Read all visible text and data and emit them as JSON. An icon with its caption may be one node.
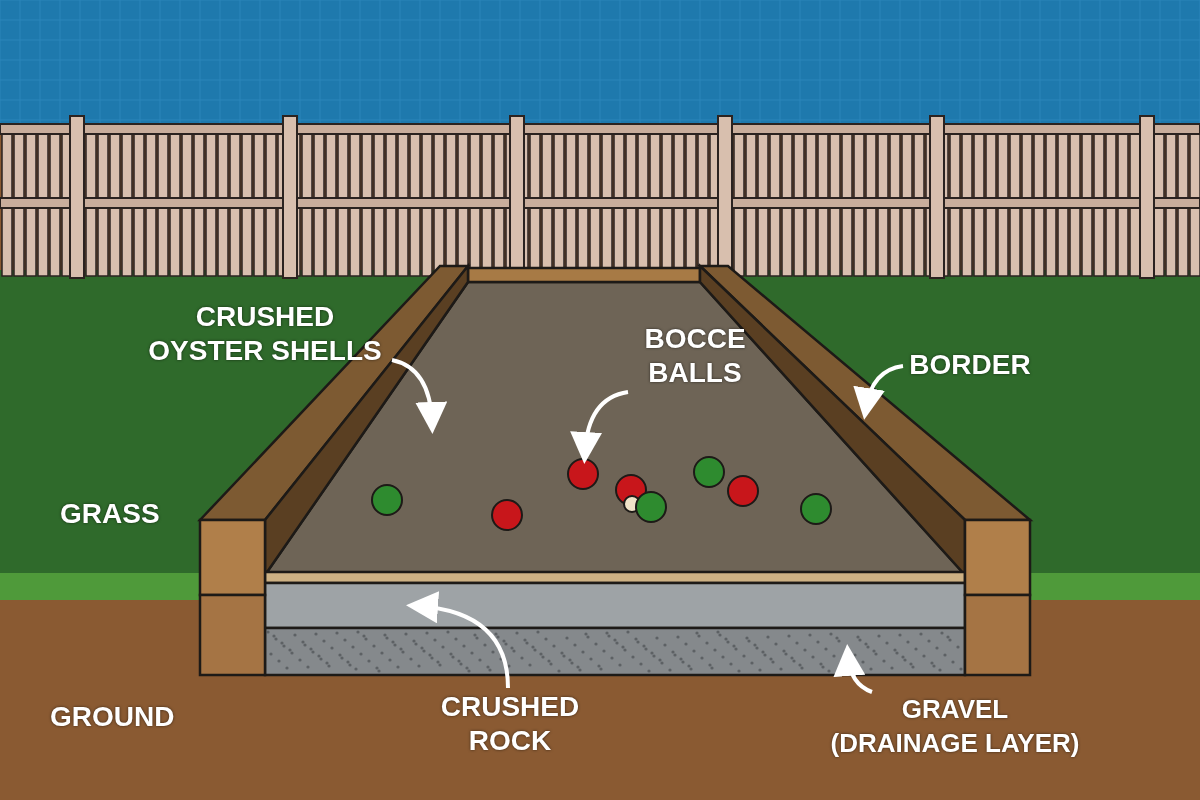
{
  "diagram": {
    "nodes": [
      {
        "text": [
          "CRUSHED OYSTER SHELLS"
        ]
      },
      {
        "text": [
          "BOCCE BALLS"
        ]
      },
      {
        "text": [
          "BORDER"
        ]
      },
      {
        "text": [
          "CRUSHED ROCK"
        ]
      },
      {
        "text": [
          "GRAVEL (DRAINAGE LAYER)"
        ]
      }
    ],
    "edges": [
      {
        "from": 0,
        "to": null,
        "arrow": "to"
      },
      {
        "from": 1,
        "to": null,
        "arrow": "to"
      },
      {
        "from": 2,
        "to": null,
        "arrow": "to"
      },
      {
        "from": 3,
        "to": null,
        "arrow": "to"
      },
      {
        "from": 4,
        "to": null,
        "arrow": "to"
      }
    ],
    "labels": [
      "GRASS",
      "GROUND"
    ]
  }
}
